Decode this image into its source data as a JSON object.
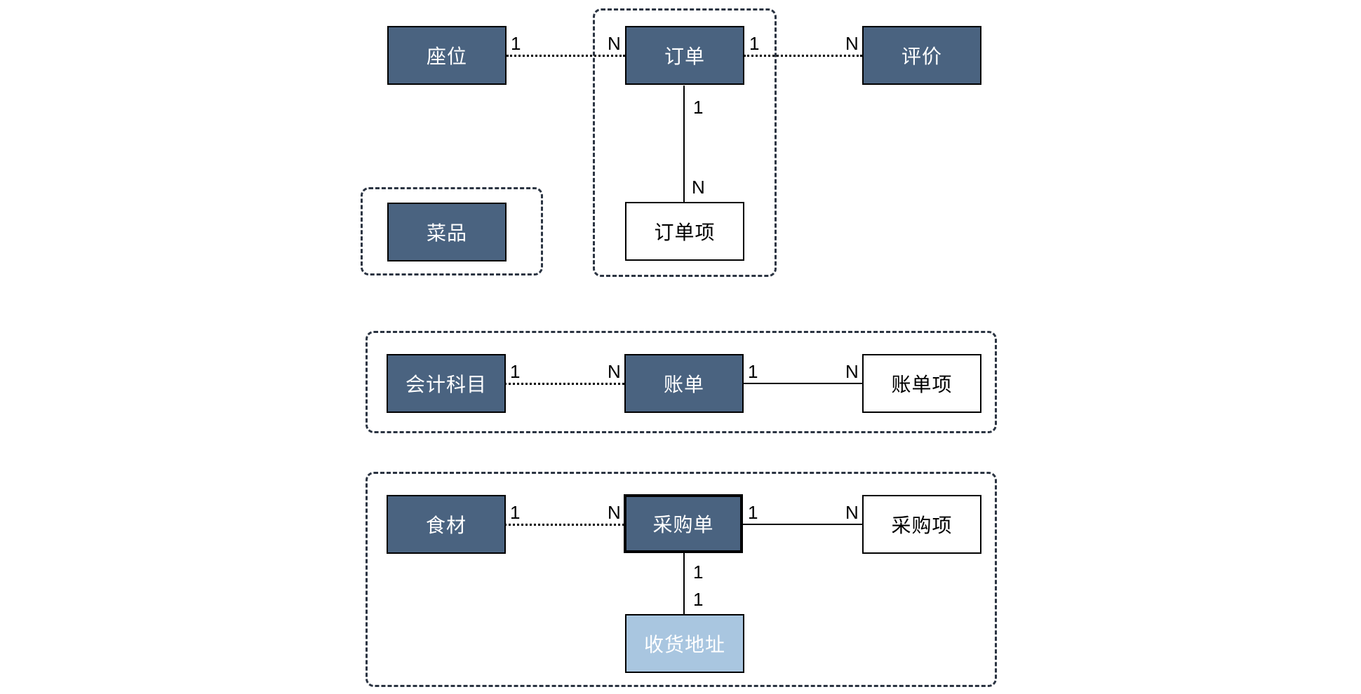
{
  "diagram": {
    "entities": {
      "seat": {
        "label": "座位"
      },
      "order": {
        "label": "订单"
      },
      "review": {
        "label": "评价"
      },
      "dish": {
        "label": "菜品"
      },
      "order_item": {
        "label": "订单项"
      },
      "account_subject": {
        "label": "会计科目"
      },
      "bill": {
        "label": "账单"
      },
      "bill_item": {
        "label": "账单项"
      },
      "ingredient": {
        "label": "食材"
      },
      "purchase_order": {
        "label": "采购单"
      },
      "purchase_item": {
        "label": "采购项"
      },
      "delivery_address": {
        "label": "收货地址"
      }
    },
    "relations": {
      "seat_order": {
        "from_card": "1",
        "to_card": "N",
        "style": "dotted"
      },
      "order_review": {
        "from_card": "1",
        "to_card": "N",
        "style": "dotted"
      },
      "order_order_item": {
        "from_card": "1",
        "to_card": "N",
        "style": "solid"
      },
      "account_subject_bill": {
        "from_card": "1",
        "to_card": "N",
        "style": "dotted"
      },
      "bill_bill_item": {
        "from_card": "1",
        "to_card": "N",
        "style": "solid"
      },
      "ingredient_purchase_order": {
        "from_card": "1",
        "to_card": "N",
        "style": "dotted"
      },
      "purchase_order_purchase_item": {
        "from_card": "1",
        "to_card": "N",
        "style": "solid"
      },
      "purchase_order_delivery_address": {
        "from_card": "1",
        "to_card": "1",
        "style": "solid"
      }
    },
    "colors": {
      "entity_fill": "#4a6380",
      "entity_text": "#ffffff",
      "item_fill": "#ffffff",
      "item_text": "#000000",
      "address_fill": "#a9c6e0",
      "address_text": "#ffffff",
      "line": "#000000",
      "group_border": "#2b3442",
      "background": "#ffffff"
    }
  }
}
